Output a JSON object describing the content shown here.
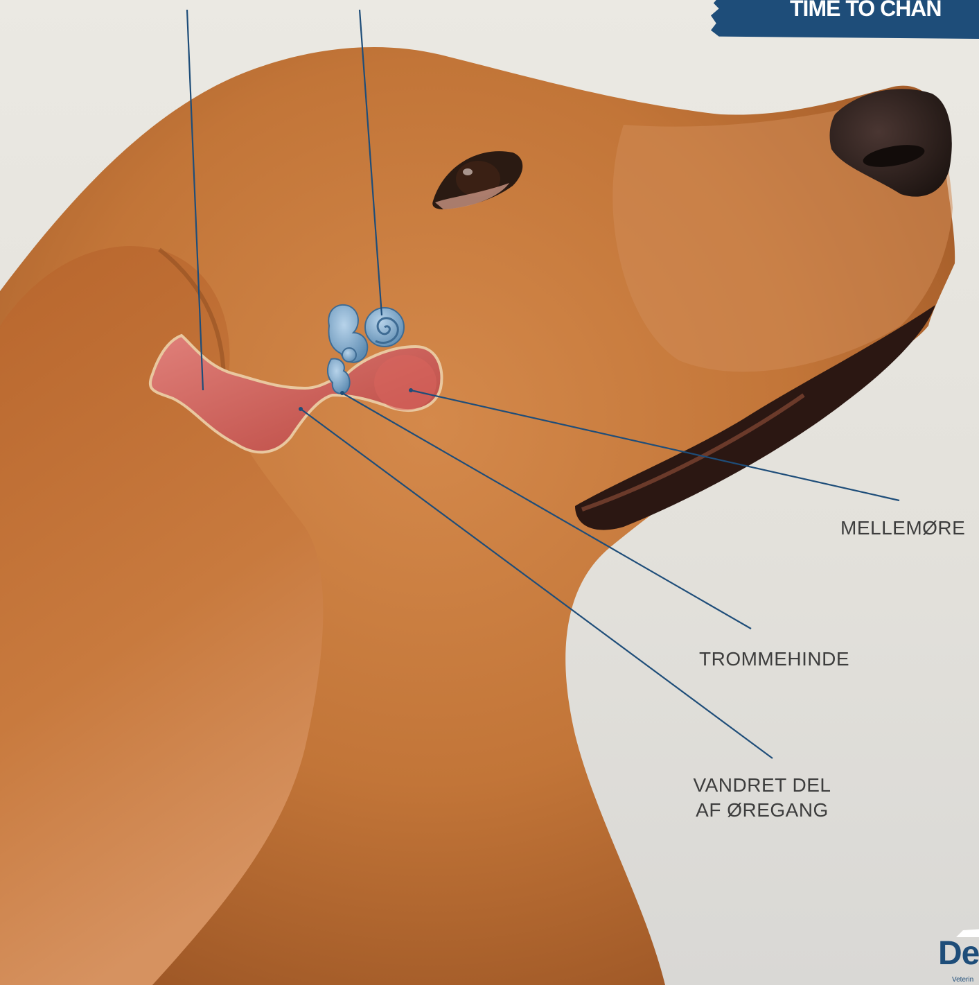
{
  "banner": {
    "text": "TIME TO CHAN"
  },
  "labels": {
    "middle_ear": "MELLEMØRE",
    "eardrum": "TROMMEHINDE",
    "horizontal_canal_line1": "VANDRET DEL",
    "horizontal_canal_line2": "AF ØREGANG"
  },
  "logo": {
    "text": "De",
    "subtext": "Veterin"
  },
  "colors": {
    "leader_line": "#1e4d79",
    "banner": "#1e4d79",
    "label_text": "#3d3d3d",
    "ear_canal": "#c9574f",
    "inner_ear": "#7ea6c9",
    "fur": "#c67a40"
  }
}
